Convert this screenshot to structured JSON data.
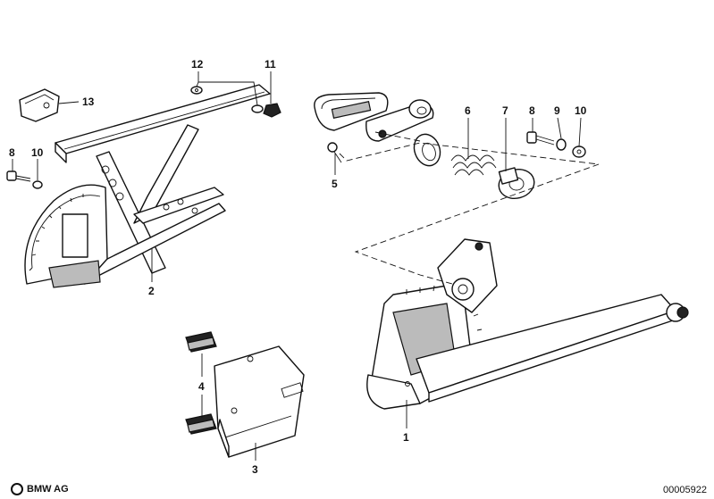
{
  "callouts": {
    "c1": "1",
    "c2": "2",
    "c3": "3",
    "c4": "4",
    "c5": "5",
    "c6": "6",
    "c7": "7",
    "c8a": "8",
    "c8b": "8",
    "c9": "9",
    "c10a": "10",
    "c10b": "10",
    "c11": "11",
    "c12": "12",
    "c13": "13"
  },
  "footer": {
    "brand": "BMW AG",
    "catalog_number": "00005922"
  },
  "colors": {
    "ink": "#111111",
    "background": "#ffffff"
  }
}
